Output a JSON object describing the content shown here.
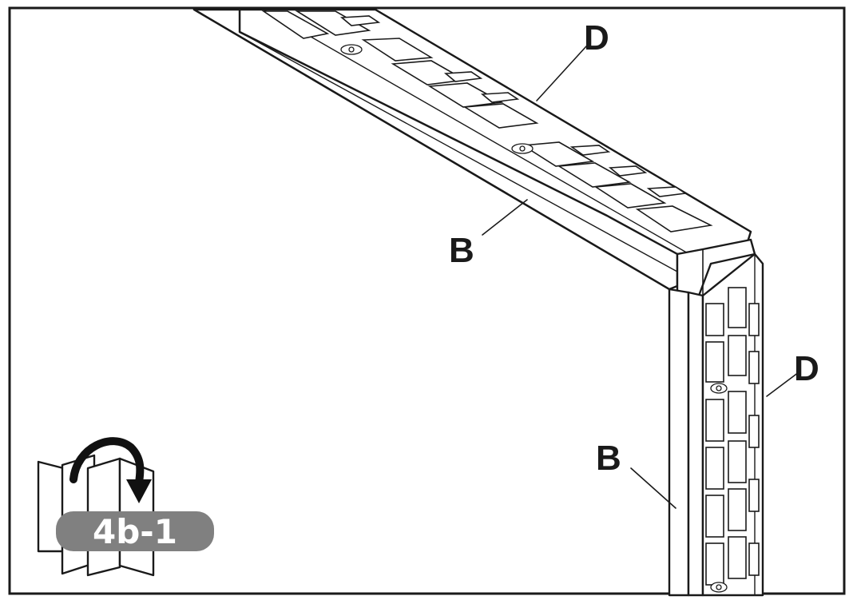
{
  "figure": {
    "step_badge": "4b-1",
    "callouts": {
      "top_rail_label": "D",
      "top_panel_label": "B",
      "side_rail_label": "D",
      "side_panel_label": "B"
    },
    "colors": {
      "line": "#1a1a1a",
      "background": "#ffffff",
      "badge_fill": "#808080",
      "badge_text": "#ffffff"
    },
    "icons": [
      "page-turn-icon",
      "curved-arrow-icon"
    ]
  }
}
